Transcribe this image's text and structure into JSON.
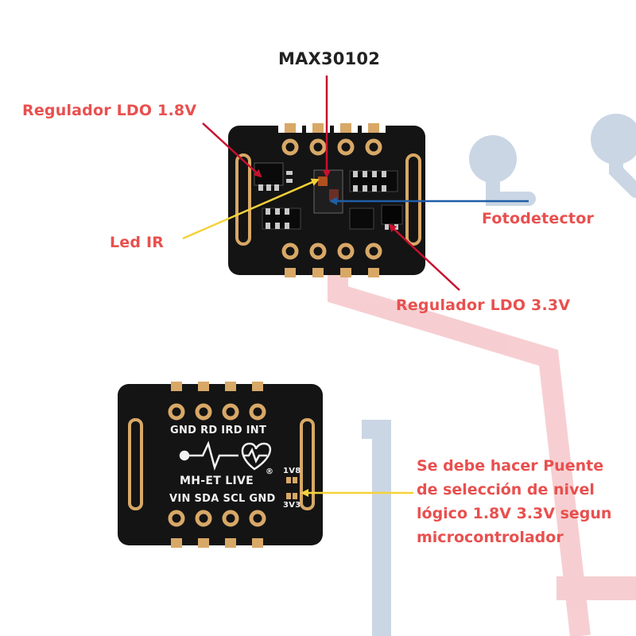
{
  "labels": {
    "chip": "MAX30102",
    "ldo18": "Regulador LDO 1.8V",
    "photodetector": "Fotodetector",
    "led_ir": "Led IR",
    "ldo33": "Regulador  LDO 3.3V"
  },
  "note_lines": [
    "Se debe hacer Puente",
    "de selección de nivel",
    "lógico 1.8V  3.3V segun",
    "microcontrolador"
  ],
  "back_silkscreen": {
    "top_pins": "GND RD IRD INT",
    "brand": "MH-ET LIVE",
    "registered": "®",
    "bottom_pins": "VIN SDA SCL GND",
    "jumper_1v8": "1V8",
    "jumper_3v3": "3V3"
  },
  "colors": {
    "label_red": "#e8504f",
    "label_dark": "#222222",
    "arrow_red": "#c8102e",
    "arrow_yellow": "#f5d23a",
    "arrow_blue": "#1f5fa8",
    "pcb": "#141414",
    "pad_gold": "#d8a867",
    "bg_trace_blue": "#9fb6cf",
    "bg_trace_red": "#f0a7ad"
  }
}
